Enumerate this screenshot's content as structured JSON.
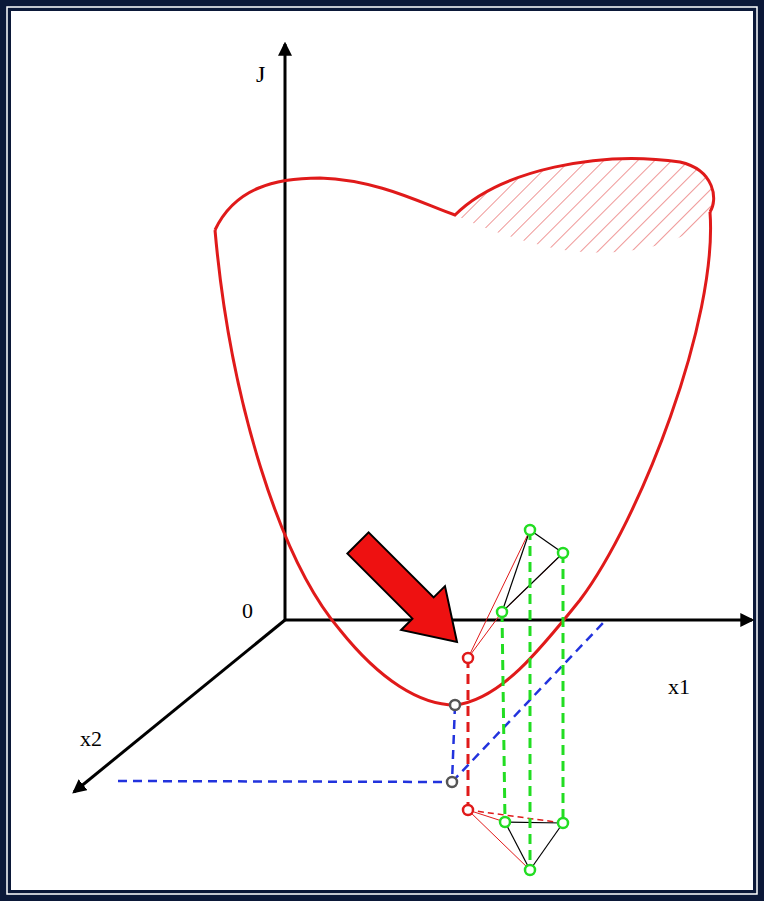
{
  "diagram": {
    "labels": [
      "J",
      "0",
      "x1",
      "x2"
    ]
  }
}
